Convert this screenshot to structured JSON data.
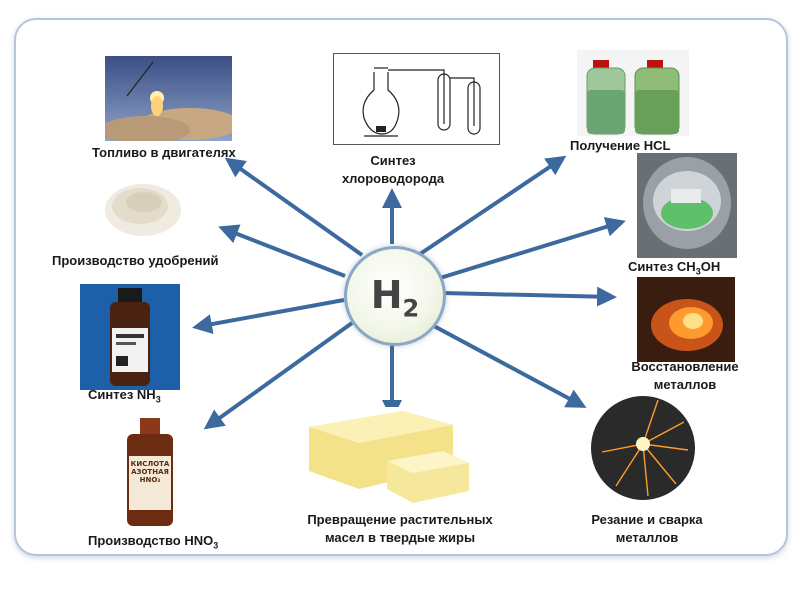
{
  "center": {
    "label": "H",
    "subscript": "2"
  },
  "applications": [
    {
      "label": "Топливо в двигателях",
      "icon": "rocket-launch-photo"
    },
    {
      "label_line1": "Синтез",
      "label_line2": "хлороводорода",
      "icon": "lab-apparatus-diagram"
    },
    {
      "label": "Получение HCL",
      "icon": "acid-bottles-photo"
    },
    {
      "label": "Производство удобрений",
      "icon": "fertilizer-granules-photo"
    },
    {
      "label_prefix": "Синтез CH",
      "label_sub": "3",
      "label_suffix": "OH",
      "icon": "methanol-reactor-photo"
    },
    {
      "label": "Синтез NH",
      "label_sub": "3",
      "icon": "ammonia-bottle-photo"
    },
    {
      "label_line1": "Восстановление",
      "label_line2": "металлов",
      "icon": "molten-metal-photo"
    },
    {
      "label": "Производство HNO",
      "label_sub": "3",
      "icon": "nitric-acid-bottle-photo"
    },
    {
      "label_line1": "Превращение растительных",
      "label_line2": "масел в твердые жиры",
      "icon": "butter-photo"
    },
    {
      "label_line1": "Резание и сварка",
      "label_line2": "металлов",
      "icon": "welding-sparks-photo"
    }
  ],
  "bottle_text": {
    "line1": "КИСЛОТА",
    "line2": "АЗОТНАЯ",
    "line3": "HNO₃"
  },
  "colors": {
    "arrow": "#3d6a9e",
    "frame": "#b8c4de",
    "hub_border": "#8aa8c6"
  }
}
